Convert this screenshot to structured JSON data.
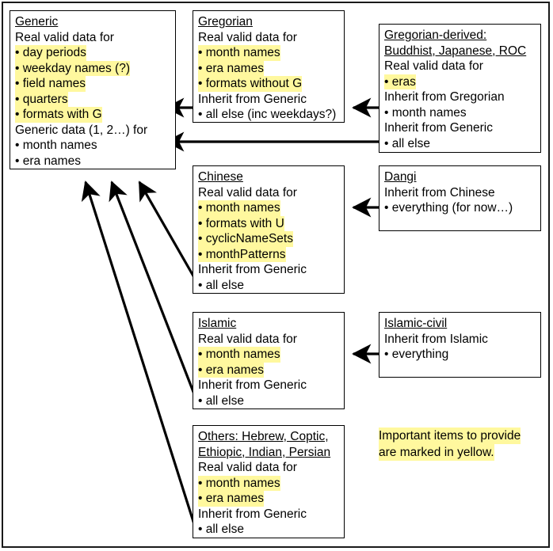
{
  "diagram": {
    "title_note": {
      "line1": "Important items to provide",
      "line2": "are marked in yellow."
    },
    "highlight_color": "#fff89e",
    "boxes": [
      {
        "id": "generic",
        "title": "Generic",
        "lines": [
          {
            "text": "Real valid data for",
            "type": "plain",
            "highlight": false
          },
          {
            "text": "• day periods",
            "type": "bullet",
            "highlight": true
          },
          {
            "text": "• weekday names (?)",
            "type": "bullet",
            "highlight": true
          },
          {
            "text": "• field names",
            "type": "bullet",
            "highlight": true
          },
          {
            "text": "• quarters",
            "type": "bullet",
            "highlight": true
          },
          {
            "text": "• formats with G",
            "type": "bullet",
            "highlight": true
          },
          {
            "text": "Generic data (1, 2…) for",
            "type": "plain",
            "highlight": false
          },
          {
            "text": "• month names",
            "type": "bullet",
            "highlight": false
          },
          {
            "text": "• era names",
            "type": "bullet",
            "highlight": false
          }
        ]
      },
      {
        "id": "gregorian",
        "title": "Gregorian",
        "lines": [
          {
            "text": "Real valid data for",
            "type": "plain",
            "highlight": false
          },
          {
            "text": "• month names",
            "type": "bullet",
            "highlight": true
          },
          {
            "text": "• era names",
            "type": "bullet",
            "highlight": true
          },
          {
            "text": "• formats without G",
            "type": "bullet",
            "highlight": true
          },
          {
            "text": "Inherit from Generic",
            "type": "plain",
            "highlight": false
          },
          {
            "text": "• all else (inc weekdays?)",
            "type": "bullet",
            "highlight": false
          }
        ]
      },
      {
        "id": "gregorian-derived",
        "title": "Gregorian-derived:",
        "title2": "Buddhist, Japanese, ROC",
        "lines": [
          {
            "text": "Real valid data for",
            "type": "plain",
            "highlight": false
          },
          {
            "text": "• eras",
            "type": "bullet",
            "highlight": true
          },
          {
            "text": "Inherit from Gregorian",
            "type": "plain",
            "highlight": false
          },
          {
            "text": "• month names",
            "type": "bullet",
            "highlight": false
          },
          {
            "text": "Inherit from Generic",
            "type": "plain",
            "highlight": false
          },
          {
            "text": "• all else",
            "type": "bullet",
            "highlight": false
          }
        ]
      },
      {
        "id": "chinese",
        "title": "Chinese",
        "lines": [
          {
            "text": "Real valid data for",
            "type": "plain",
            "highlight": false
          },
          {
            "text": "• month names",
            "type": "bullet",
            "highlight": true
          },
          {
            "text": "• formats with U",
            "type": "bullet",
            "highlight": true
          },
          {
            "text": "• cyclicNameSets",
            "type": "bullet",
            "highlight": true
          },
          {
            "text": "• monthPatterns",
            "type": "bullet",
            "highlight": true
          },
          {
            "text": "Inherit from Generic",
            "type": "plain",
            "highlight": false
          },
          {
            "text": "• all else",
            "type": "bullet",
            "highlight": false
          }
        ]
      },
      {
        "id": "dangi",
        "title": "Dangi",
        "lines": [
          {
            "text": "Inherit from Chinese",
            "type": "plain",
            "highlight": false
          },
          {
            "text": "• everything (for now…)",
            "type": "bullet",
            "highlight": false
          }
        ]
      },
      {
        "id": "islamic",
        "title": "Islamic",
        "lines": [
          {
            "text": "Real valid data for",
            "type": "plain",
            "highlight": false
          },
          {
            "text": "• month names",
            "type": "bullet",
            "highlight": true
          },
          {
            "text": "• era names",
            "type": "bullet",
            "highlight": true
          },
          {
            "text": "Inherit from Generic",
            "type": "plain",
            "highlight": false
          },
          {
            "text": "• all else",
            "type": "bullet",
            "highlight": false
          }
        ]
      },
      {
        "id": "islamic-civil",
        "title": "Islamic-civil",
        "lines": [
          {
            "text": "Inherit from Islamic",
            "type": "plain",
            "highlight": false
          },
          {
            "text": "• everything",
            "type": "bullet",
            "highlight": false
          }
        ]
      },
      {
        "id": "others",
        "title": "Others: Hebrew, Coptic,",
        "title2": "Ethiopic, Indian, Persian",
        "lines": [
          {
            "text": "Real valid data for",
            "type": "plain",
            "highlight": false
          },
          {
            "text": "• month names",
            "type": "bullet",
            "highlight": true
          },
          {
            "text": "• era names",
            "type": "bullet",
            "highlight": true
          },
          {
            "text": "Inherit from Generic",
            "type": "plain",
            "highlight": false
          },
          {
            "text": "• all else",
            "type": "bullet",
            "highlight": false
          }
        ]
      }
    ],
    "arrows": [
      {
        "from": "gregorian",
        "to": "generic"
      },
      {
        "from": "gregorian-derived",
        "to": "gregorian"
      },
      {
        "from": "gregorian-derived",
        "to": "generic"
      },
      {
        "from": "dangi",
        "to": "chinese"
      },
      {
        "from": "chinese",
        "to": "generic"
      },
      {
        "from": "islamic-civil",
        "to": "islamic"
      },
      {
        "from": "islamic",
        "to": "generic"
      },
      {
        "from": "others",
        "to": "generic"
      }
    ]
  }
}
